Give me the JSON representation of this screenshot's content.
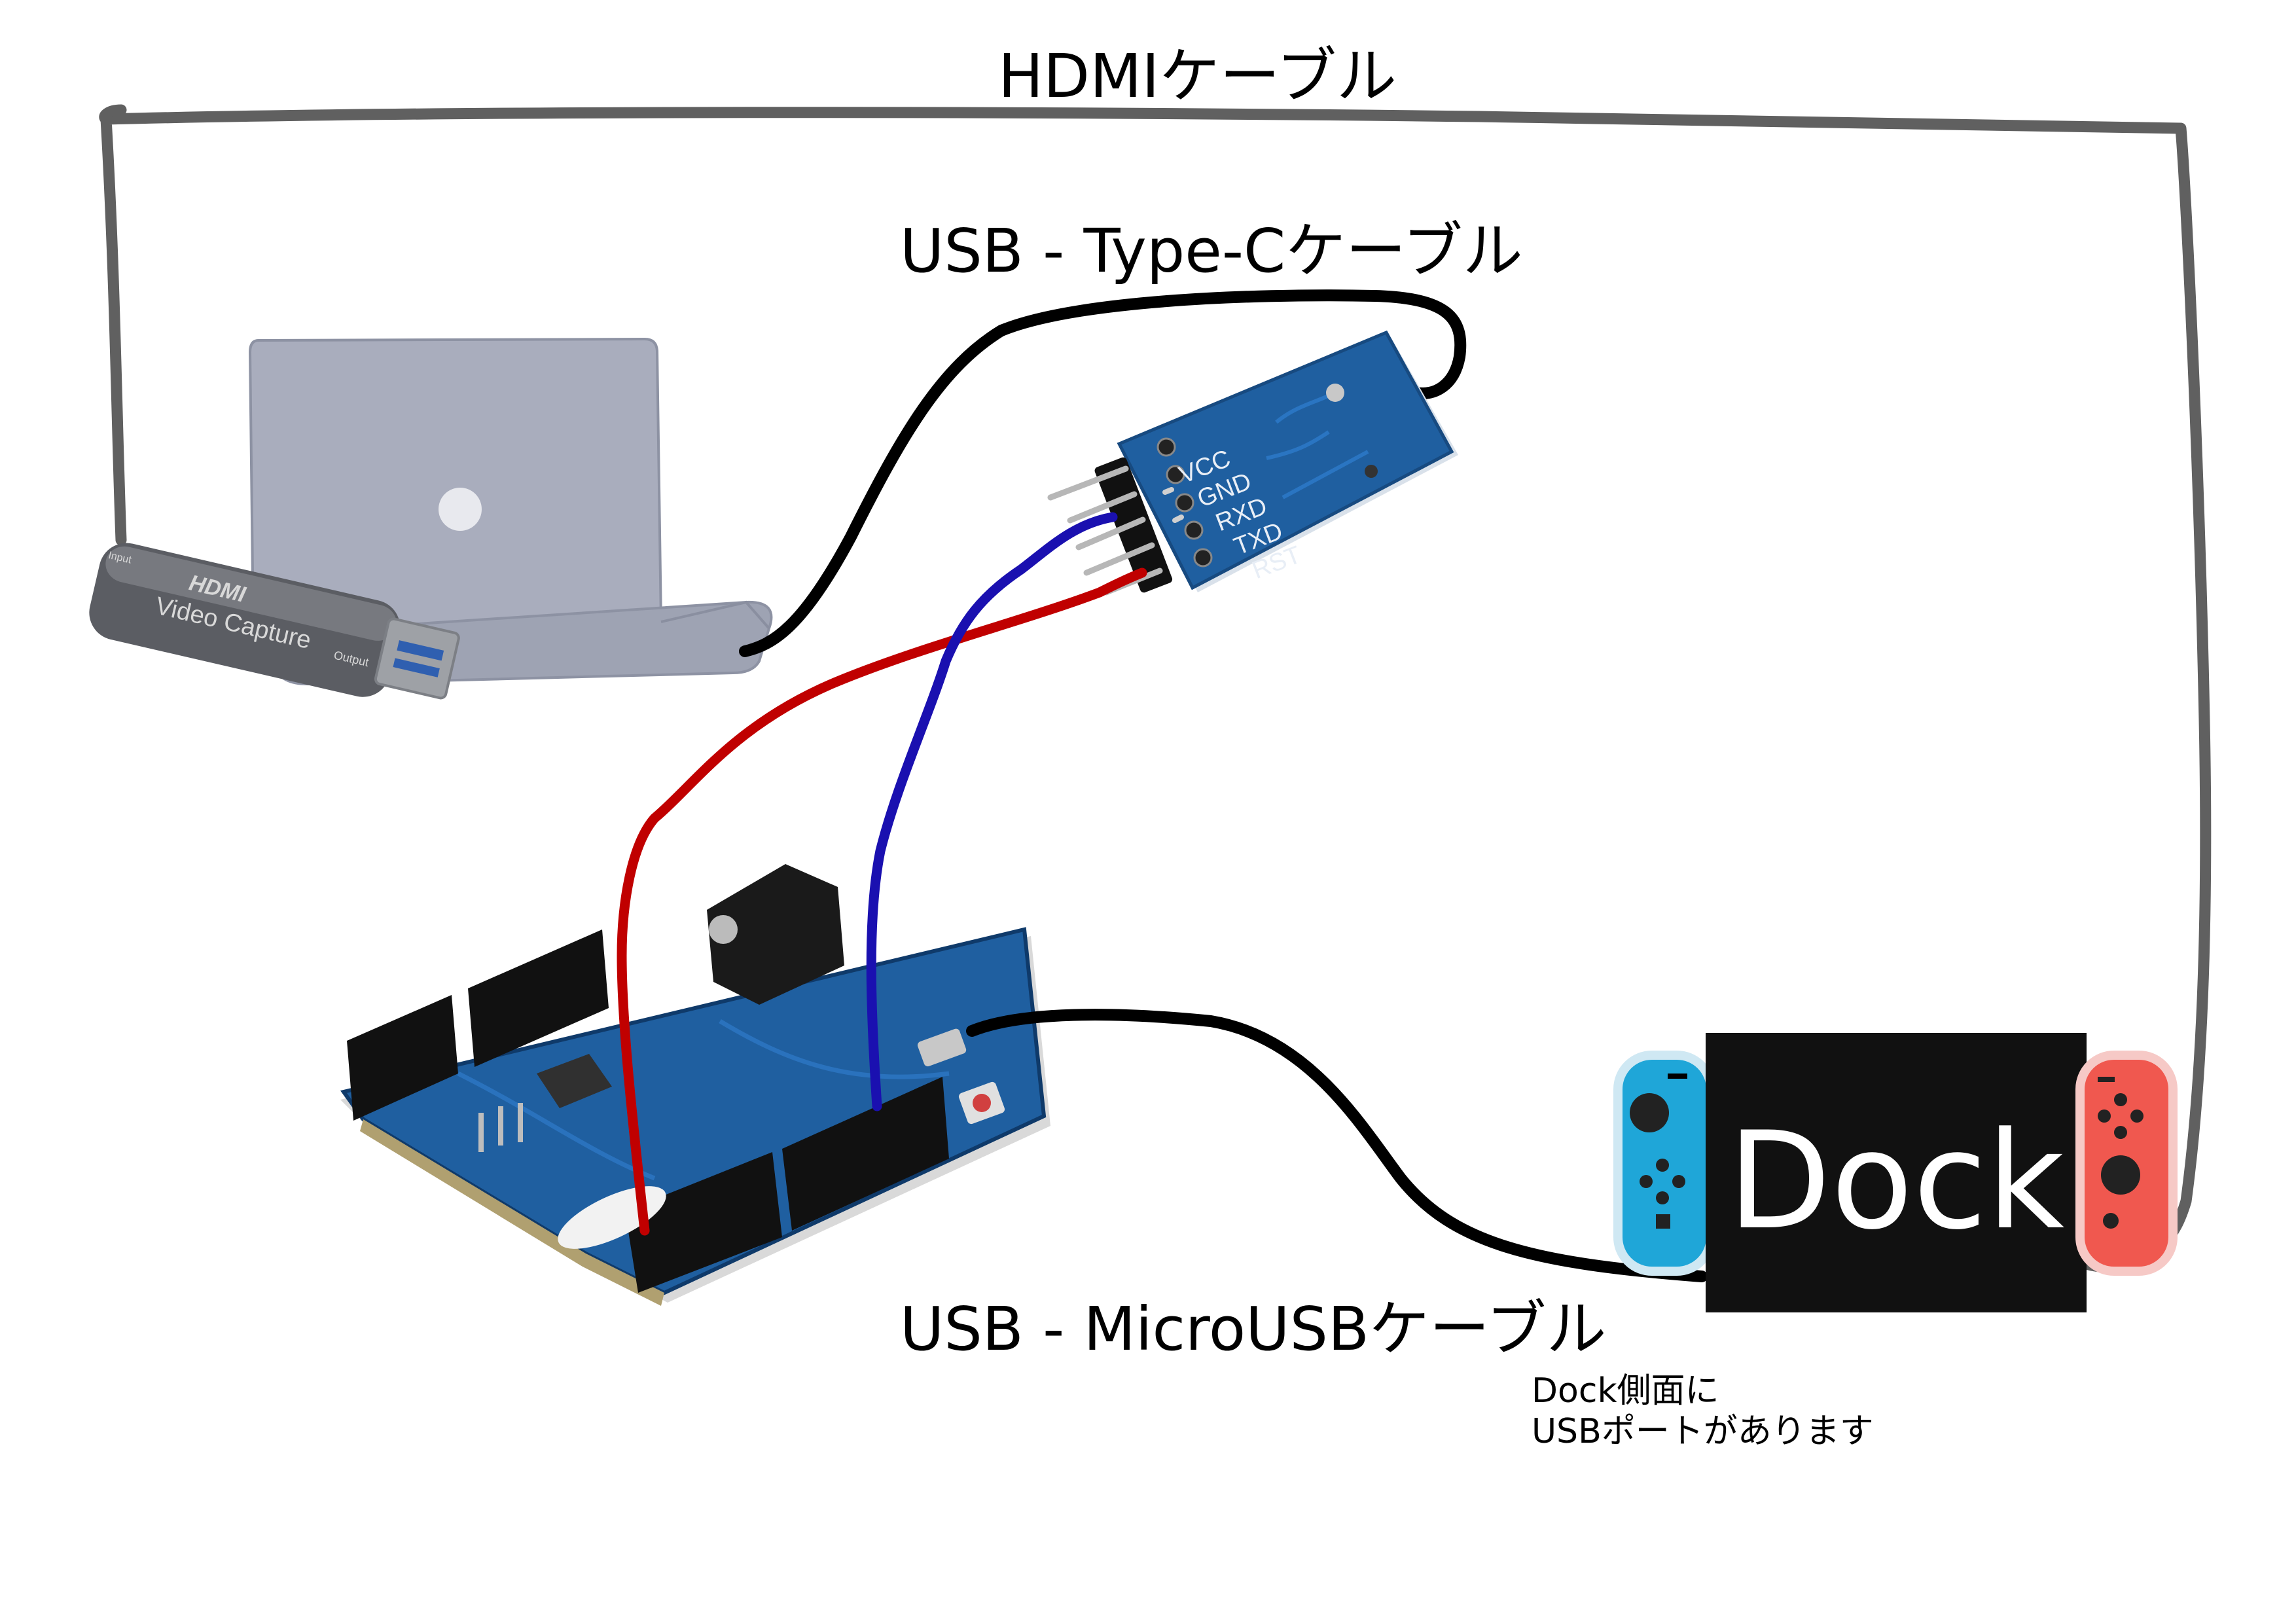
{
  "labels": {
    "hdmi_cable": "HDMIケーブル",
    "usb_typec_cable": "USB - Type-Cケーブル",
    "usb_microusb_cable": "USB - MicroUSBケーブル",
    "note_line1": "Dock側面に",
    "note_line2": "USBポートがあります"
  },
  "capture_device": {
    "brand": "HDMI",
    "model": "Video Capture",
    "side_in": "Input",
    "side_out": "Output"
  },
  "uart_module": {
    "pins": [
      "VCC",
      "GND",
      "RXD",
      "TXD",
      "RST"
    ]
  },
  "dock": {
    "label": "Dock"
  },
  "icons": [
    "laptop-icon",
    "hdmi-capture-device",
    "usb-serial-module",
    "arduino-board",
    "switch-console-dock"
  ],
  "colors": {
    "hdmi_cable": "#606060",
    "usb_cable": "#000000",
    "wire_red": "#c00000",
    "wire_blue": "#1a10b0",
    "laptop": "#a7acbb",
    "pcb_blue": "#1f5fa0",
    "joycon_left": "#1fa6d8",
    "joycon_right": "#f0584f",
    "dock": "#111111"
  }
}
